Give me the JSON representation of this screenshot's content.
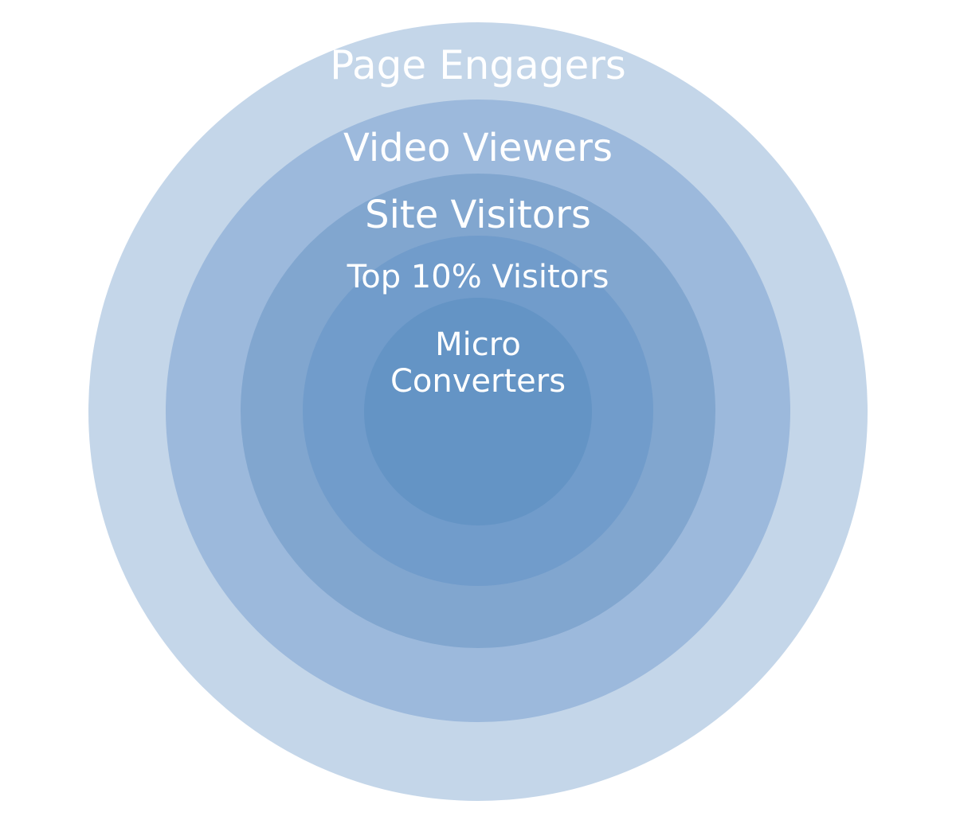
{
  "rings": [
    {
      "label": "Page Engagers",
      "color": "#c4d6e9"
    },
    {
      "label": "Video Viewers",
      "color": "#9cb9dc"
    },
    {
      "label": "Site Visitors",
      "color": "#81a6cf"
    },
    {
      "label": "Top 10% Visitors",
      "color": "#719ccb"
    },
    {
      "label_lines": [
        "Micro",
        "Converters"
      ],
      "color": "#6494c5"
    }
  ]
}
